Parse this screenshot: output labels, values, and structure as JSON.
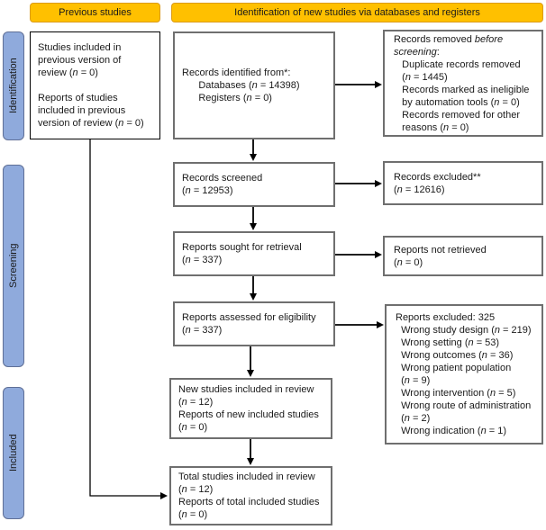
{
  "headers": {
    "previous": "Previous studies",
    "new_studies": "Identification of new studies via databases and registers"
  },
  "side_labels": {
    "identification": "Identification",
    "screening": "Screening",
    "included": "Included"
  },
  "boxes": {
    "previous_studies": {
      "lines": [
        "Studies included in",
        "previous version of",
        "review (~n~ = 0)",
        "",
        "Reports of studies",
        "included in previous",
        "version of review (~n~ = 0)"
      ]
    },
    "records_identified": {
      "lines": [
        "Records identified from*:",
        "      Databases (~n~ = 14398)",
        "      Registers (~n~ = 0)"
      ]
    },
    "records_removed": {
      "lines": [
        "Records removed ~before~",
        "~screening~:",
        "   Duplicate records removed",
        "   (~n~ = 1445)",
        "   Records marked as ineligible",
        "   by automation tools (~n~ = 0)",
        "   Records removed for other",
        "   reasons (~n~ = 0)"
      ]
    },
    "records_screened": {
      "lines": [
        "Records screened",
        "(~n~ = 12953)"
      ]
    },
    "records_excluded": {
      "lines": [
        "Records excluded**",
        "(~n~ = 12616)"
      ]
    },
    "reports_sought": {
      "lines": [
        "Reports sought for retrieval",
        "(~n~ = 337)"
      ]
    },
    "reports_not_retrieved": {
      "lines": [
        "Reports not retrieved",
        "(~n~ = 0)"
      ]
    },
    "reports_assessed": {
      "lines": [
        "Reports assessed for eligibility",
        "(~n~ = 337)"
      ]
    },
    "reports_excluded": {
      "lines": [
        "Reports excluded: 325",
        "  Wrong study design (~n~ = 219)",
        "  Wrong setting (~n~ = 53)",
        "  Wrong outcomes (~n~ = 36)",
        "  Wrong patient population",
        "  (~n~ = 9)",
        "  Wrong intervention (~n~ = 5)",
        "  Wrong route of administration",
        "  (~n~ = 2)",
        "  Wrong indication (~n~ = 1)"
      ]
    },
    "new_studies_included": {
      "lines": [
        "New studies included in review",
        "(~n~ = 12)",
        "Reports of new included studies",
        "(~n~ = 0)"
      ]
    },
    "total_studies_included": {
      "lines": [
        "Total studies included in review",
        "(~n~ = 12)",
        "Reports of total included studies",
        "(~n~ = 0)"
      ]
    }
  },
  "colors": {
    "header_fill": "#FFC000",
    "header_border": "#DB9B18",
    "side_fill": "#8FAADC",
    "side_border": "#5F6F96",
    "box_border": "#6F6F6F",
    "arrow": "#000000"
  }
}
